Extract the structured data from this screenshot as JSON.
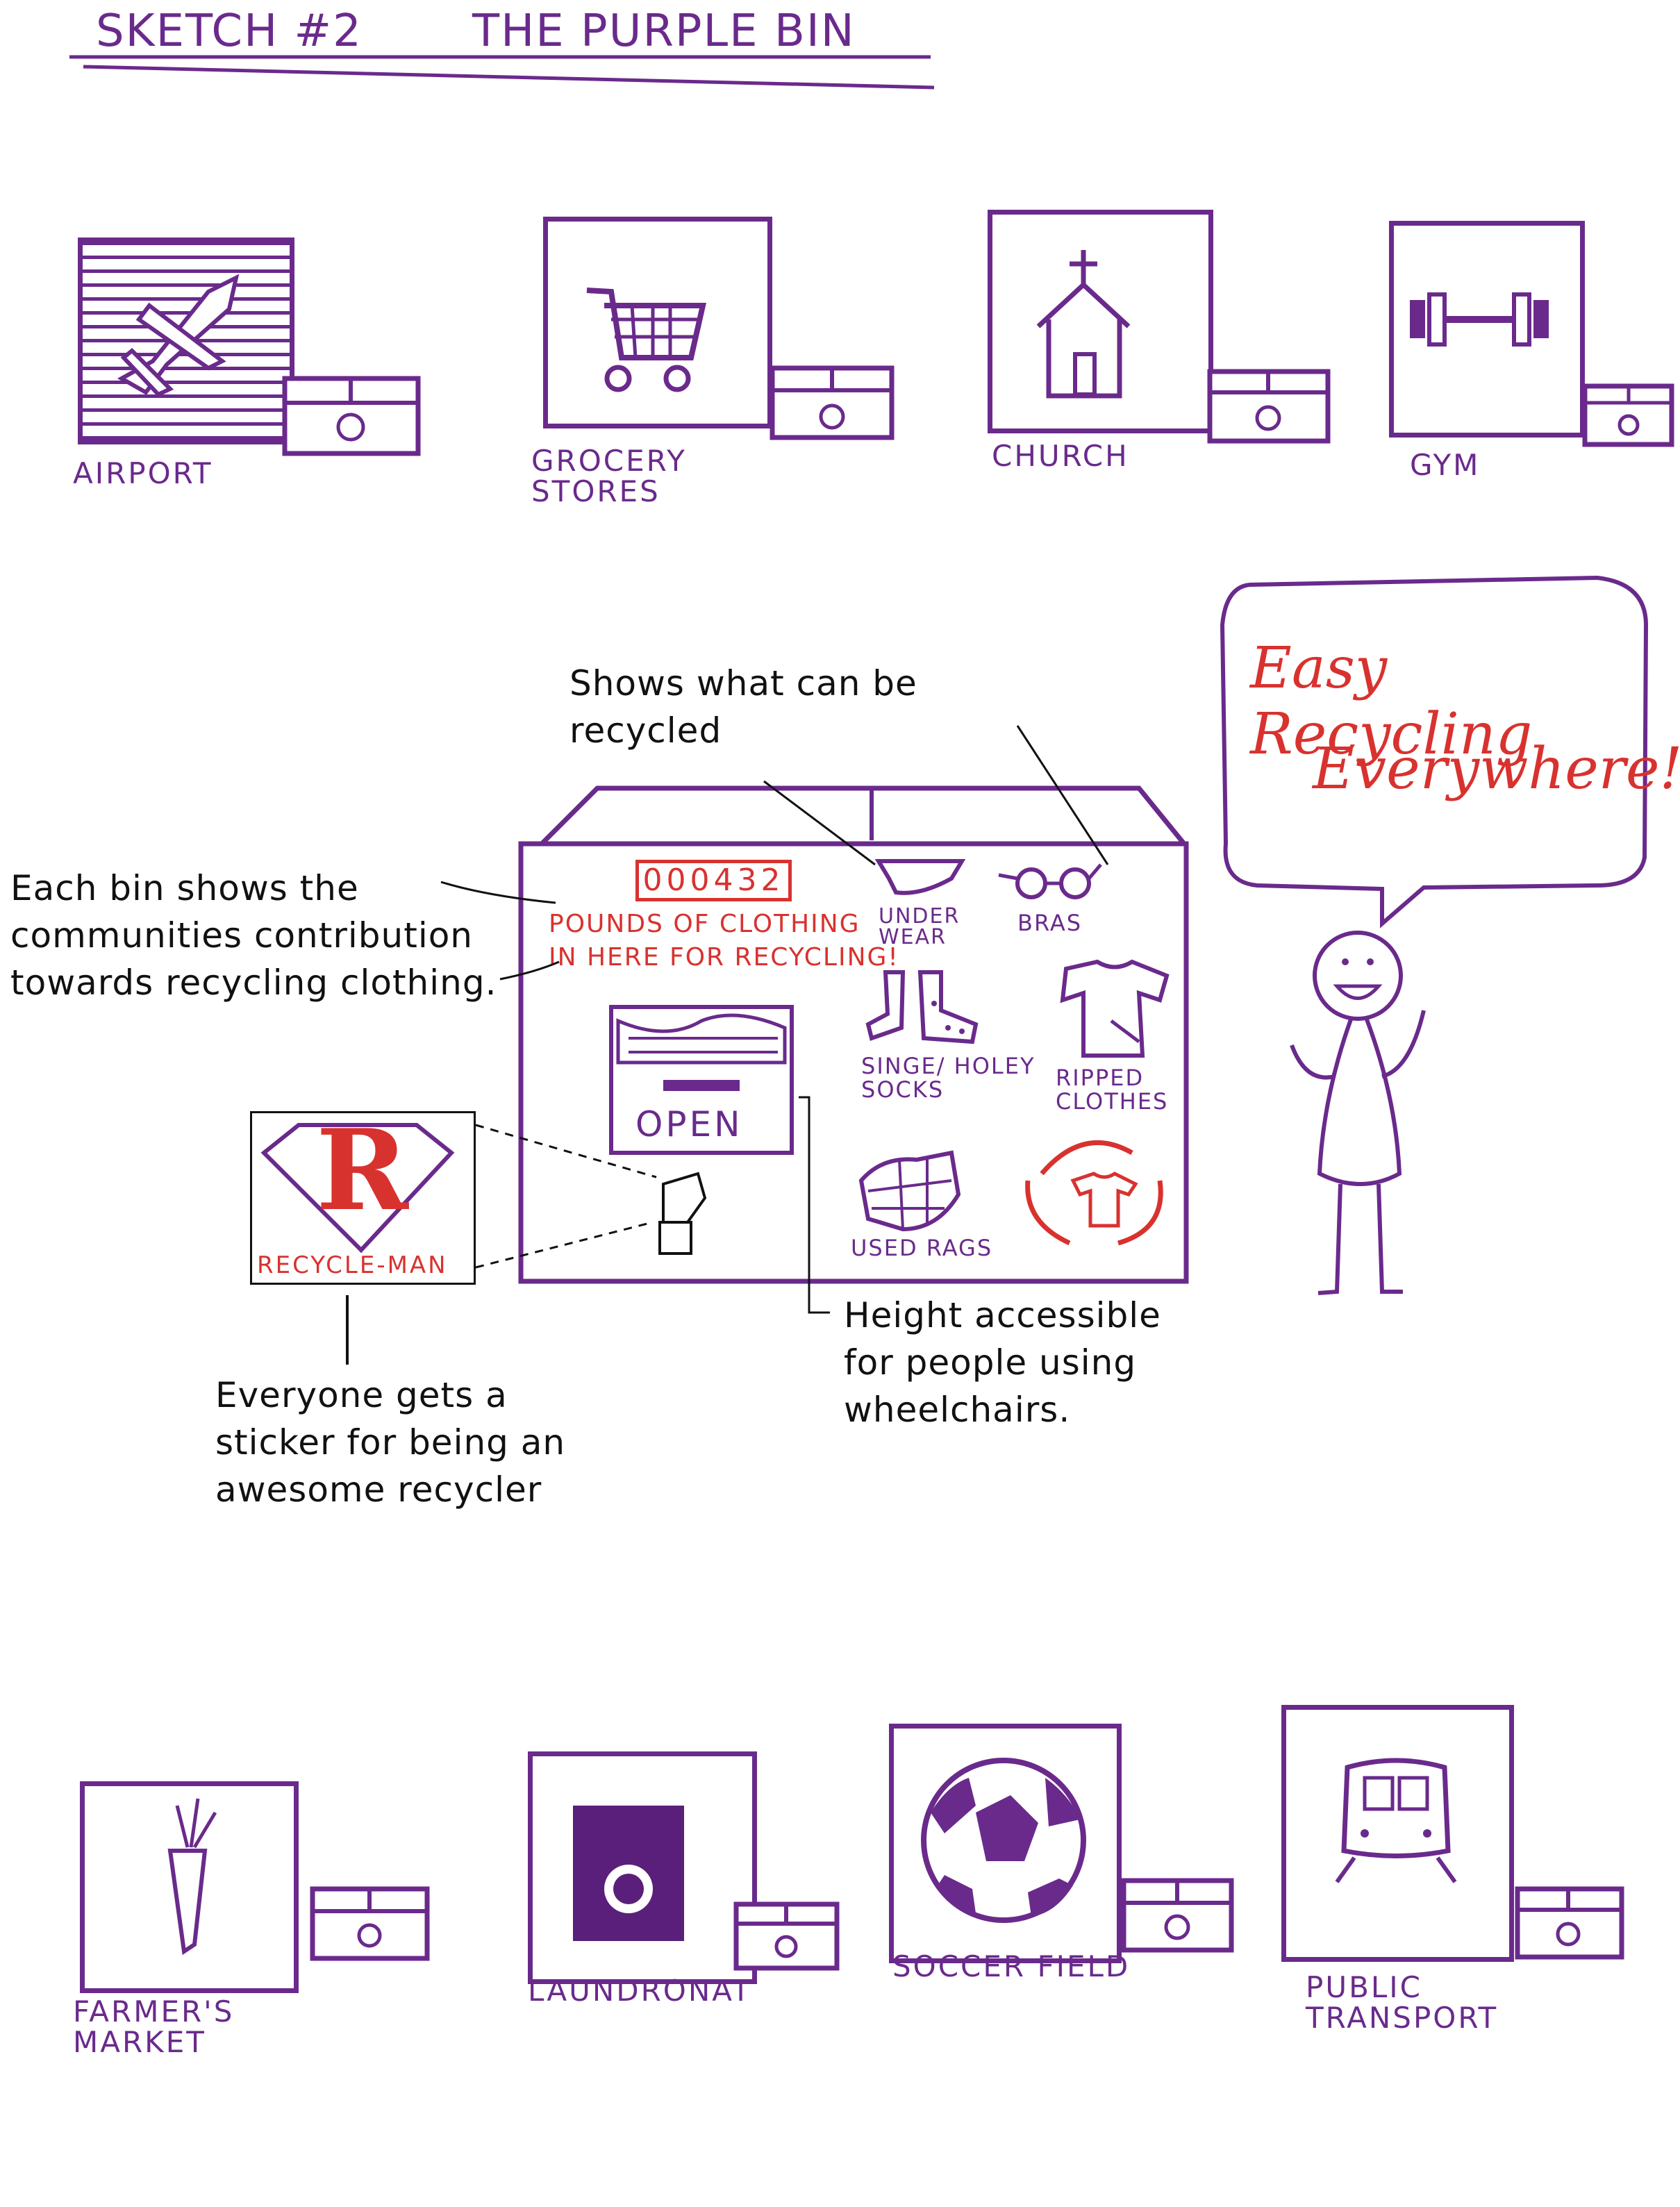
{
  "title": {
    "number": "SKETCH #2",
    "name": "THE PURPLE BIN"
  },
  "locations_top": [
    {
      "label": "AIRPORT",
      "icon": "airplane-icon"
    },
    {
      "label": "GROCERY STORES",
      "icon": "shopping-cart-icon"
    },
    {
      "label": "CHURCH",
      "icon": "church-icon"
    },
    {
      "label": "GYM",
      "icon": "dumbbell-icon"
    }
  ],
  "locations_bottom": [
    {
      "label": "FARMER'S MARKET",
      "icon": "carrot-icon"
    },
    {
      "label": "LAUNDRONAT",
      "icon": "washing-machine-icon"
    },
    {
      "label": "SOCCER FIELD",
      "icon": "soccer-ball-icon"
    },
    {
      "label": "PUBLIC TRANSPORT",
      "icon": "train-icon"
    }
  ],
  "bin": {
    "counter": "000432",
    "counter_caption_line1": "POUNDS OF CLOTHING",
    "counter_caption_line2": "IN HERE FOR RECYCLING!",
    "open_label": "OPEN",
    "items": [
      "UNDER WEAR",
      "BRAS",
      "SINGE/ HOLEY SOCKS",
      "RIPPED CLOTHES",
      "USED RAGS"
    ]
  },
  "sticker": {
    "label": "RECYCLE-MAN",
    "letter": "R"
  },
  "speech_bubble": {
    "line1": "Easy Recycling",
    "line2": "Everywhere!"
  },
  "annotations": {
    "shows_recycled": "Shows what can be recycled",
    "each_bin": "Each bin shows the communities contribution towards recycling clothing.",
    "height": "Height accessible for people using wheelchairs.",
    "sticker_note": "Everyone gets a sticker for being an awesome recycler"
  },
  "colors": {
    "ink_purple": "#6a2a8c",
    "ink_red": "#d8322f",
    "ink_black": "#111111"
  }
}
